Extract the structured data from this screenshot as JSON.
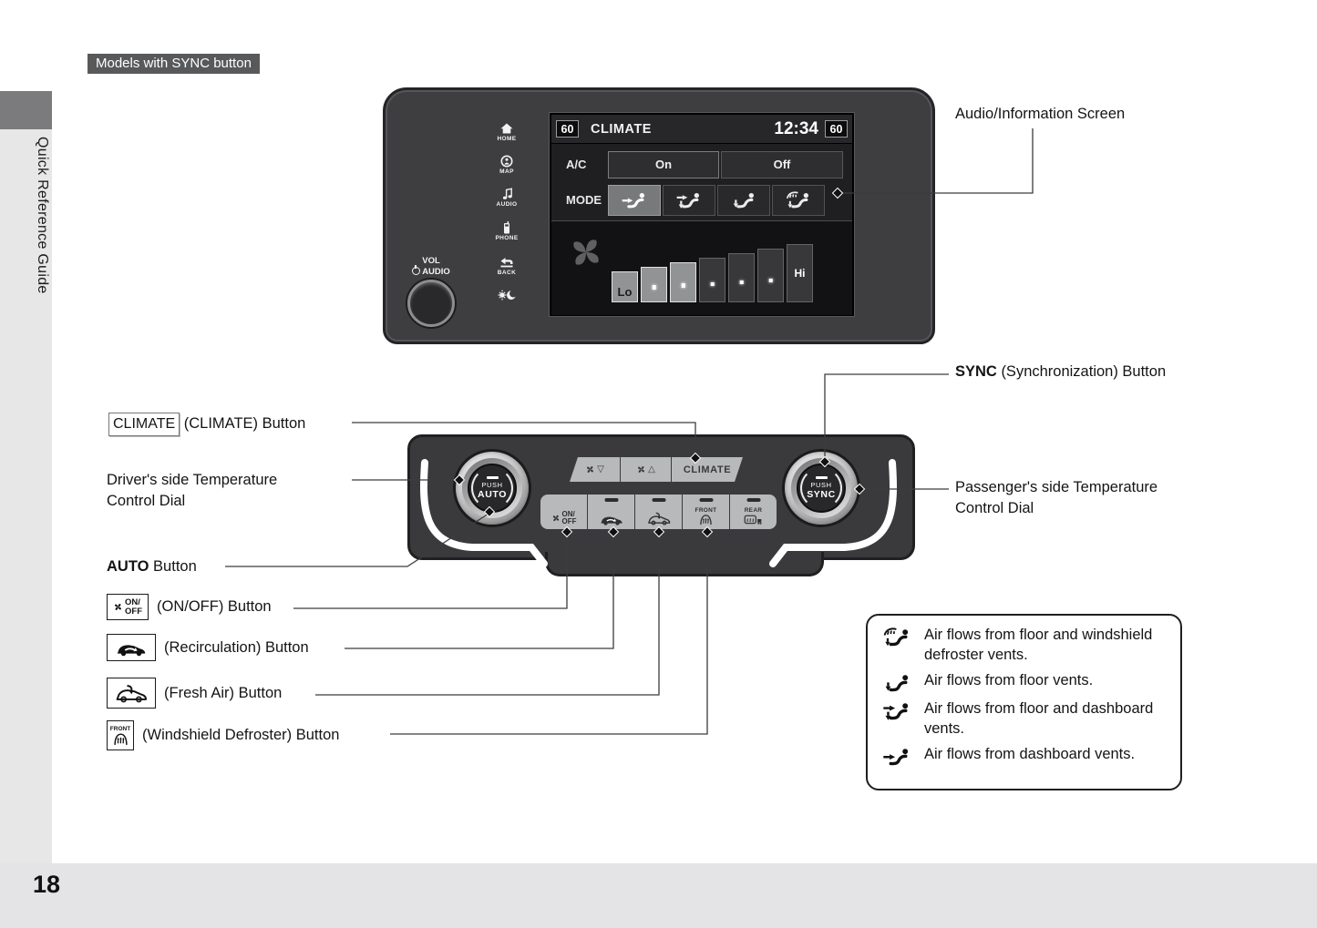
{
  "page": {
    "tag": "Models with SYNC button",
    "sidebar_label": "Quick Reference Guide",
    "page_number": "18"
  },
  "head_unit": {
    "side_buttons": [
      {
        "icon": "home-icon",
        "label": "HOME"
      },
      {
        "icon": "map-icon",
        "label": "MAP"
      },
      {
        "icon": "audio-icon",
        "label": "AUDIO"
      },
      {
        "icon": "phone-icon",
        "label": "PHONE"
      },
      {
        "icon": "back-icon",
        "label": "BACK"
      },
      {
        "icon": "brightness-icon",
        "label": ""
      }
    ],
    "volume_knob": {
      "vol": "VOL",
      "audio": "AUDIO",
      "icon": "power-icon"
    },
    "screen": {
      "driver_temp": "60",
      "title": "CLIMATE",
      "clock": "12:34",
      "passenger_temp": "60",
      "ac": {
        "label": "A/C",
        "on": "On",
        "off": "Off"
      },
      "mode": {
        "label": "MODE",
        "buttons": [
          {
            "icon": "mode-dashboard-vents-icon",
            "selected": true
          },
          {
            "icon": "mode-floor-dashboard-vents-icon",
            "selected": false
          },
          {
            "icon": "mode-floor-vents-icon",
            "selected": false
          },
          {
            "icon": "mode-defrost-floor-vents-icon",
            "selected": false
          }
        ]
      },
      "fan": {
        "icon": "fan-icon",
        "low": "Lo",
        "high": "Hi",
        "segment_count": 7,
        "active_segments": 3
      }
    }
  },
  "panel": {
    "fan_down_button": {
      "icon": "fan-icon",
      "glyph": "▽"
    },
    "fan_up_button": {
      "icon": "fan-icon",
      "glyph": "△"
    },
    "climate_button": "CLIMATE",
    "auto_dial": {
      "push": "PUSH",
      "name": "AUTO"
    },
    "sync_dial": {
      "push": "PUSH",
      "name": "SYNC"
    },
    "onoff_button": {
      "icon": "fan-icon",
      "line1": "ON/",
      "line2": "OFF"
    },
    "recirculation_button": {
      "icon": "recirculation-icon"
    },
    "fresh_air_button": {
      "icon": "fresh-air-icon"
    },
    "front_defroster_button": {
      "icon": "front-defroster-icon",
      "label": "FRONT"
    },
    "rear_defroster_button": {
      "icon": "rear-defroster-icon",
      "label": "REAR"
    }
  },
  "callouts": {
    "audio_screen": "Audio/Information Screen",
    "sync": {
      "bold": "SYNC",
      "rest": "(Synchronization) Button"
    },
    "passenger": {
      "line1": "Passenger's side Temperature",
      "line2": "Control Dial"
    },
    "climate": {
      "box": "CLIMATE",
      "rest": "(CLIMATE) Button"
    },
    "driver": {
      "line1": "Driver's side Temperature",
      "line2": "Control Dial"
    },
    "auto": {
      "bold": "AUTO",
      "rest": "Button"
    },
    "onoff": {
      "icon": "fan-icon",
      "icon_line1": "ON/",
      "icon_line2": "OFF",
      "rest": "(ON/OFF) Button"
    },
    "recirculation": {
      "icon": "recirculation-icon",
      "rest": "(Recirculation) Button"
    },
    "fresh_air": {
      "icon": "fresh-air-icon",
      "rest": "(Fresh Air) Button"
    },
    "defroster": {
      "icon": "front-defroster-icon",
      "icon_label": "FRONT",
      "rest": "(Windshield Defroster) Button"
    }
  },
  "legend": {
    "items": [
      {
        "icon": "defrost-floor-vents-icon",
        "text": "Air flows from floor and windshield defroster vents."
      },
      {
        "icon": "floor-vents-icon",
        "text": "Air flows from floor vents."
      },
      {
        "icon": "floor-dashboard-vents-icon",
        "text": "Air flows from floor and dashboard vents."
      },
      {
        "icon": "dashboard-vents-icon",
        "text": "Air flows from dashboard vents."
      }
    ]
  },
  "colors": {
    "unit_body": "#3e3e40",
    "screen_bg": "#161618",
    "panel_button_gray": "#b7b9bb",
    "tag_bg": "#58595b",
    "sidebar_bg": "#e7e7e7",
    "sidebar_tab": "#7b7b7d",
    "footer_bg": "#e4e4e6"
  }
}
